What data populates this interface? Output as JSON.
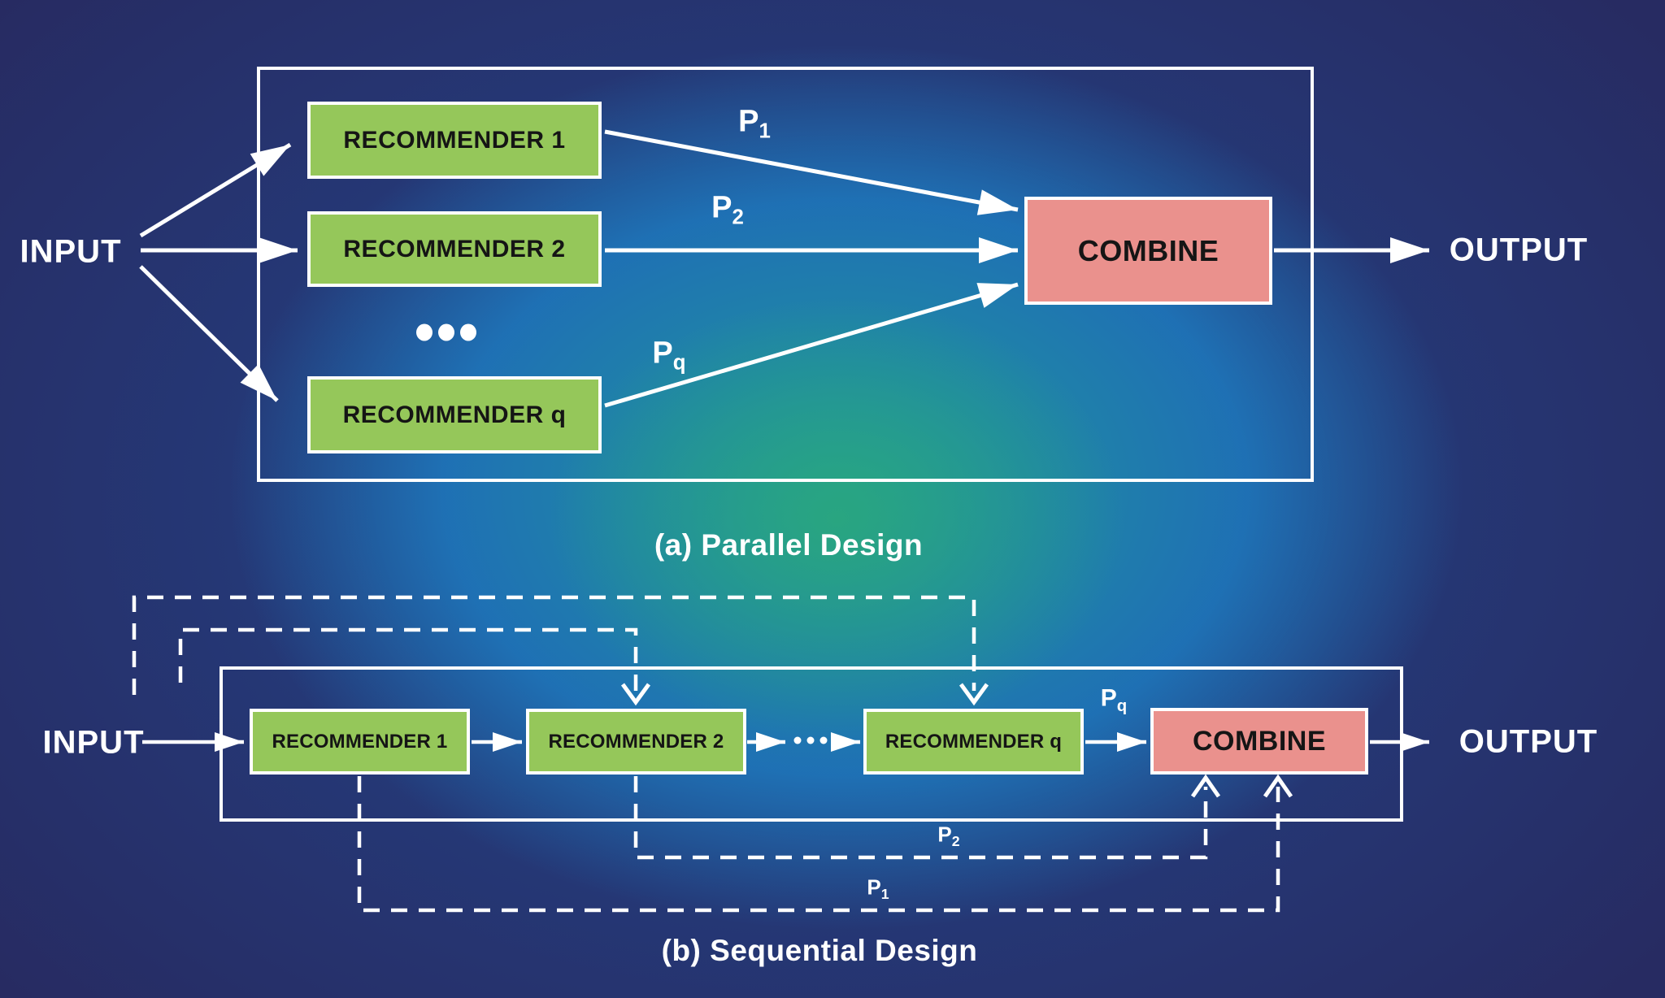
{
  "colors": {
    "background_navy": "#272b62",
    "glow_blue": "#1e76ba",
    "glow_teal": "#209e9b",
    "glow_green": "#2aa77d",
    "box_green": "#95c75a",
    "box_pink": "#ea918d",
    "line_white": "#ffffff",
    "box_text_black": "#151515"
  },
  "panel_a": {
    "caption": "(a) Parallel Design",
    "input": "INPUT",
    "output": "OUTPUT",
    "combine": "COMBINE",
    "rec1": "RECOMMENDER 1",
    "rec2": "RECOMMENDER 2",
    "recq": "RECOMMENDER q",
    "p1": {
      "base": "P",
      "sub": "1"
    },
    "p2": {
      "base": "P",
      "sub": "2"
    },
    "pq": {
      "base": "P",
      "sub": "q"
    }
  },
  "panel_b": {
    "caption": "(b) Sequential Design",
    "input": "INPUT",
    "output": "OUTPUT",
    "combine": "COMBINE",
    "rec1": "RECOMMENDER 1",
    "rec2": "RECOMMENDER 2",
    "recq": "RECOMMENDER q",
    "pq": {
      "base": "P",
      "sub": "q"
    },
    "p2": {
      "base": "P",
      "sub": "2"
    },
    "p1": {
      "base": "P",
      "sub": "1"
    }
  }
}
